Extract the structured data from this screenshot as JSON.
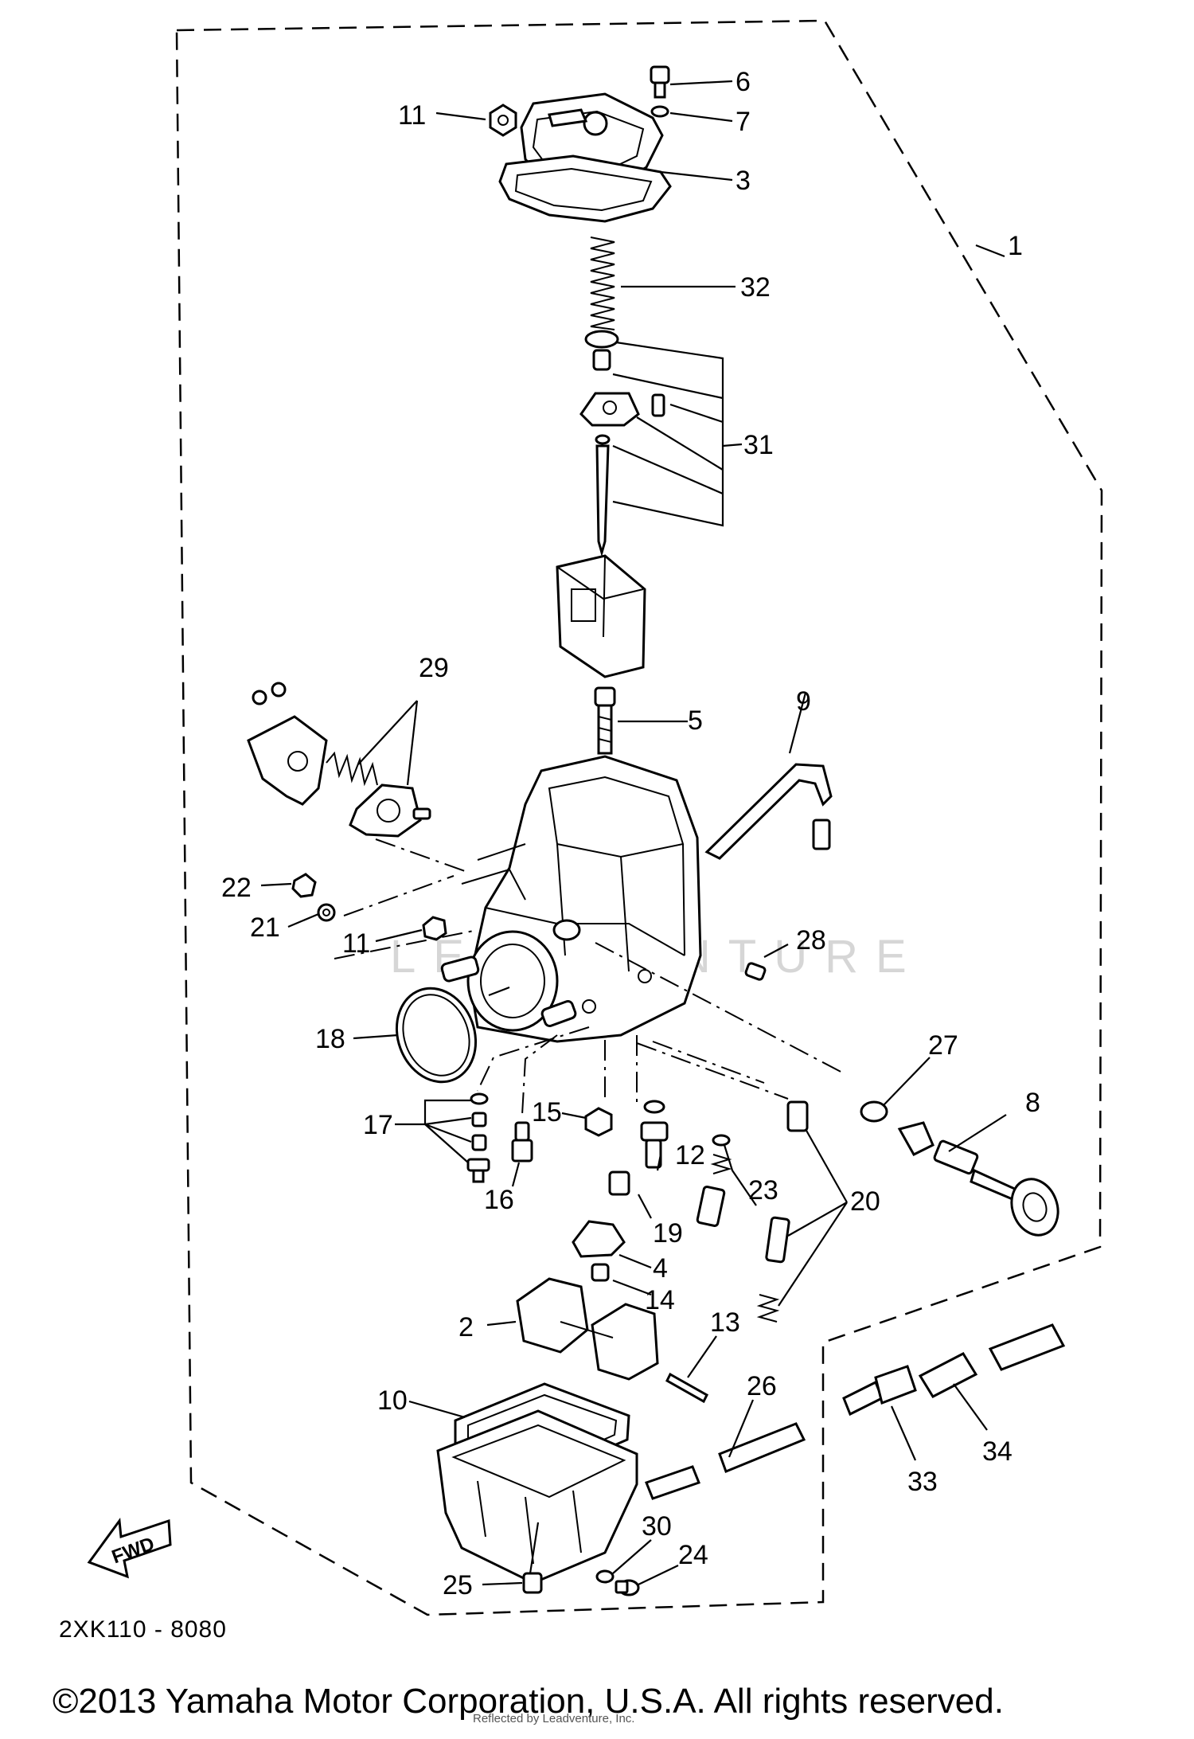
{
  "callouts": {
    "c1": "1",
    "c2": "2",
    "c3": "3",
    "c4": "4",
    "c5": "5",
    "c6": "6",
    "c7": "7",
    "c8": "8",
    "c9": "9",
    "c10": "10",
    "c11a": "11",
    "c11b": "11",
    "c12": "12",
    "c13": "13",
    "c14": "14",
    "c15": "15",
    "c16": "16",
    "c17": "17",
    "c18": "18",
    "c19": "19",
    "c20": "20",
    "c21": "21",
    "c22": "22",
    "c23": "23",
    "c24": "24",
    "c25": "25",
    "c26": "26",
    "c27": "27",
    "c28": "28",
    "c29": "29",
    "c30": "30",
    "c31": "31",
    "c32": "32",
    "c33": "33",
    "c34": "34"
  },
  "fwd_label": "FWD",
  "diagram_code": "2XK110 - 8080",
  "copyright": "©2013 Yamaha Motor Corporation, U.S.A. All rights reserved.",
  "watermark": "LEADVENTURE",
  "watermark_small": "Reflected by Leadventure, Inc."
}
